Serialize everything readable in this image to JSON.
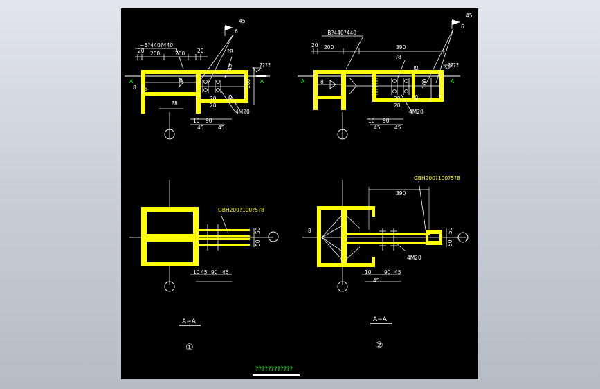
{
  "colors": {
    "beam": "#ffff00",
    "dim": "#ffffff",
    "green": "#00ff00",
    "background": "#000000"
  },
  "detail1_top": {
    "plate_label": "−B?440?440",
    "dims_top": [
      "20",
      "200",
      "200",
      "20"
    ],
    "weld_size": "?8",
    "weld_size_left": "8",
    "weld_size_left2": "8",
    "weld_size_bottom": "?8",
    "flag_angle": "45'",
    "flag_size": "6",
    "level_label": "????",
    "section_mark_left": "A",
    "section_mark_right": "A",
    "right_dims": [
      "45",
      "100",
      "45"
    ],
    "bolt_label": "4M20",
    "bottom_dims": [
      "10",
      "90",
      "45",
      "45"
    ],
    "side_nums": [
      "20",
      "20"
    ]
  },
  "detail2_top": {
    "plate_label": "−B?440?440",
    "dims_top": [
      "20",
      "200",
      "390"
    ],
    "weld_size": "?8",
    "weld_size_left": "8",
    "flag_angle": "45'",
    "flag_size": "6",
    "level_label": "????",
    "section_mark_left": "A",
    "section_mark_right": "A",
    "right_dims": [
      "45",
      "100",
      "45"
    ],
    "bolt_label": "4M20",
    "bottom_dims": [
      "10",
      "90",
      "45",
      "45"
    ],
    "side_nums": [
      "20",
      "20"
    ]
  },
  "detail1_section": {
    "beam_label": "GBH200?100?5?8",
    "right_dims": [
      "50",
      "50"
    ],
    "bottom_dims": [
      "10",
      "45",
      "90",
      "45"
    ]
  },
  "detail2_section": {
    "beam_label": "GBH200?100?5?8",
    "dim_390": "390",
    "weld_size": "8",
    "bolt_label": "4M20",
    "right_dims": [
      "50",
      "50"
    ],
    "bottom_dims": [
      "10",
      "90",
      "45",
      "45"
    ]
  },
  "captions": {
    "section1": "A−A",
    "section2": "A−A",
    "num1": "①",
    "num2": "②",
    "footer": "????????????"
  }
}
